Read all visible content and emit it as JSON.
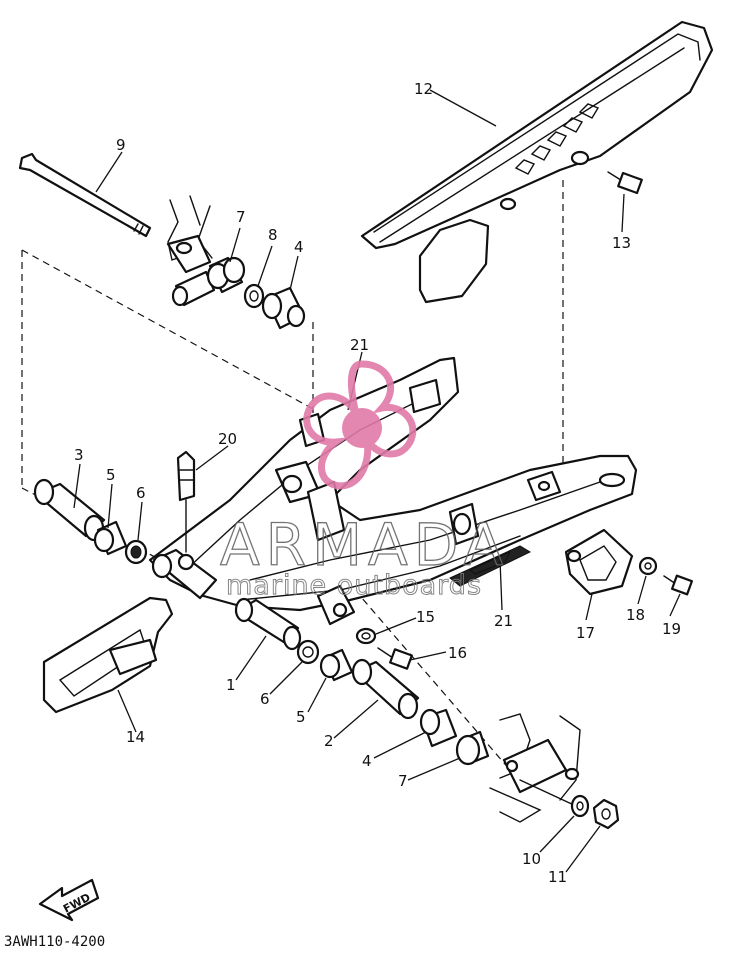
{
  "callouts": {
    "c1": "1",
    "c2": "2",
    "c3": "3",
    "c4a": "4",
    "c4b": "4",
    "c5a": "5",
    "c5b": "5",
    "c6a": "6",
    "c6b": "6",
    "c7a": "7",
    "c7b": "7",
    "c8": "8",
    "c9": "9",
    "c10": "10",
    "c11": "11",
    "c12": "12",
    "c13": "13",
    "c14": "14",
    "c15": "15",
    "c16": "16",
    "c17": "17",
    "c18": "18",
    "c19": "19",
    "c20": "20",
    "c21a": "21",
    "c21b": "21"
  },
  "watermark": {
    "brand": "ARMADA",
    "tagline": "marine outboards",
    "brand_color": "#e07aa8"
  },
  "diagram_code": "3AWH110-4200",
  "fwd_label": "FWD"
}
